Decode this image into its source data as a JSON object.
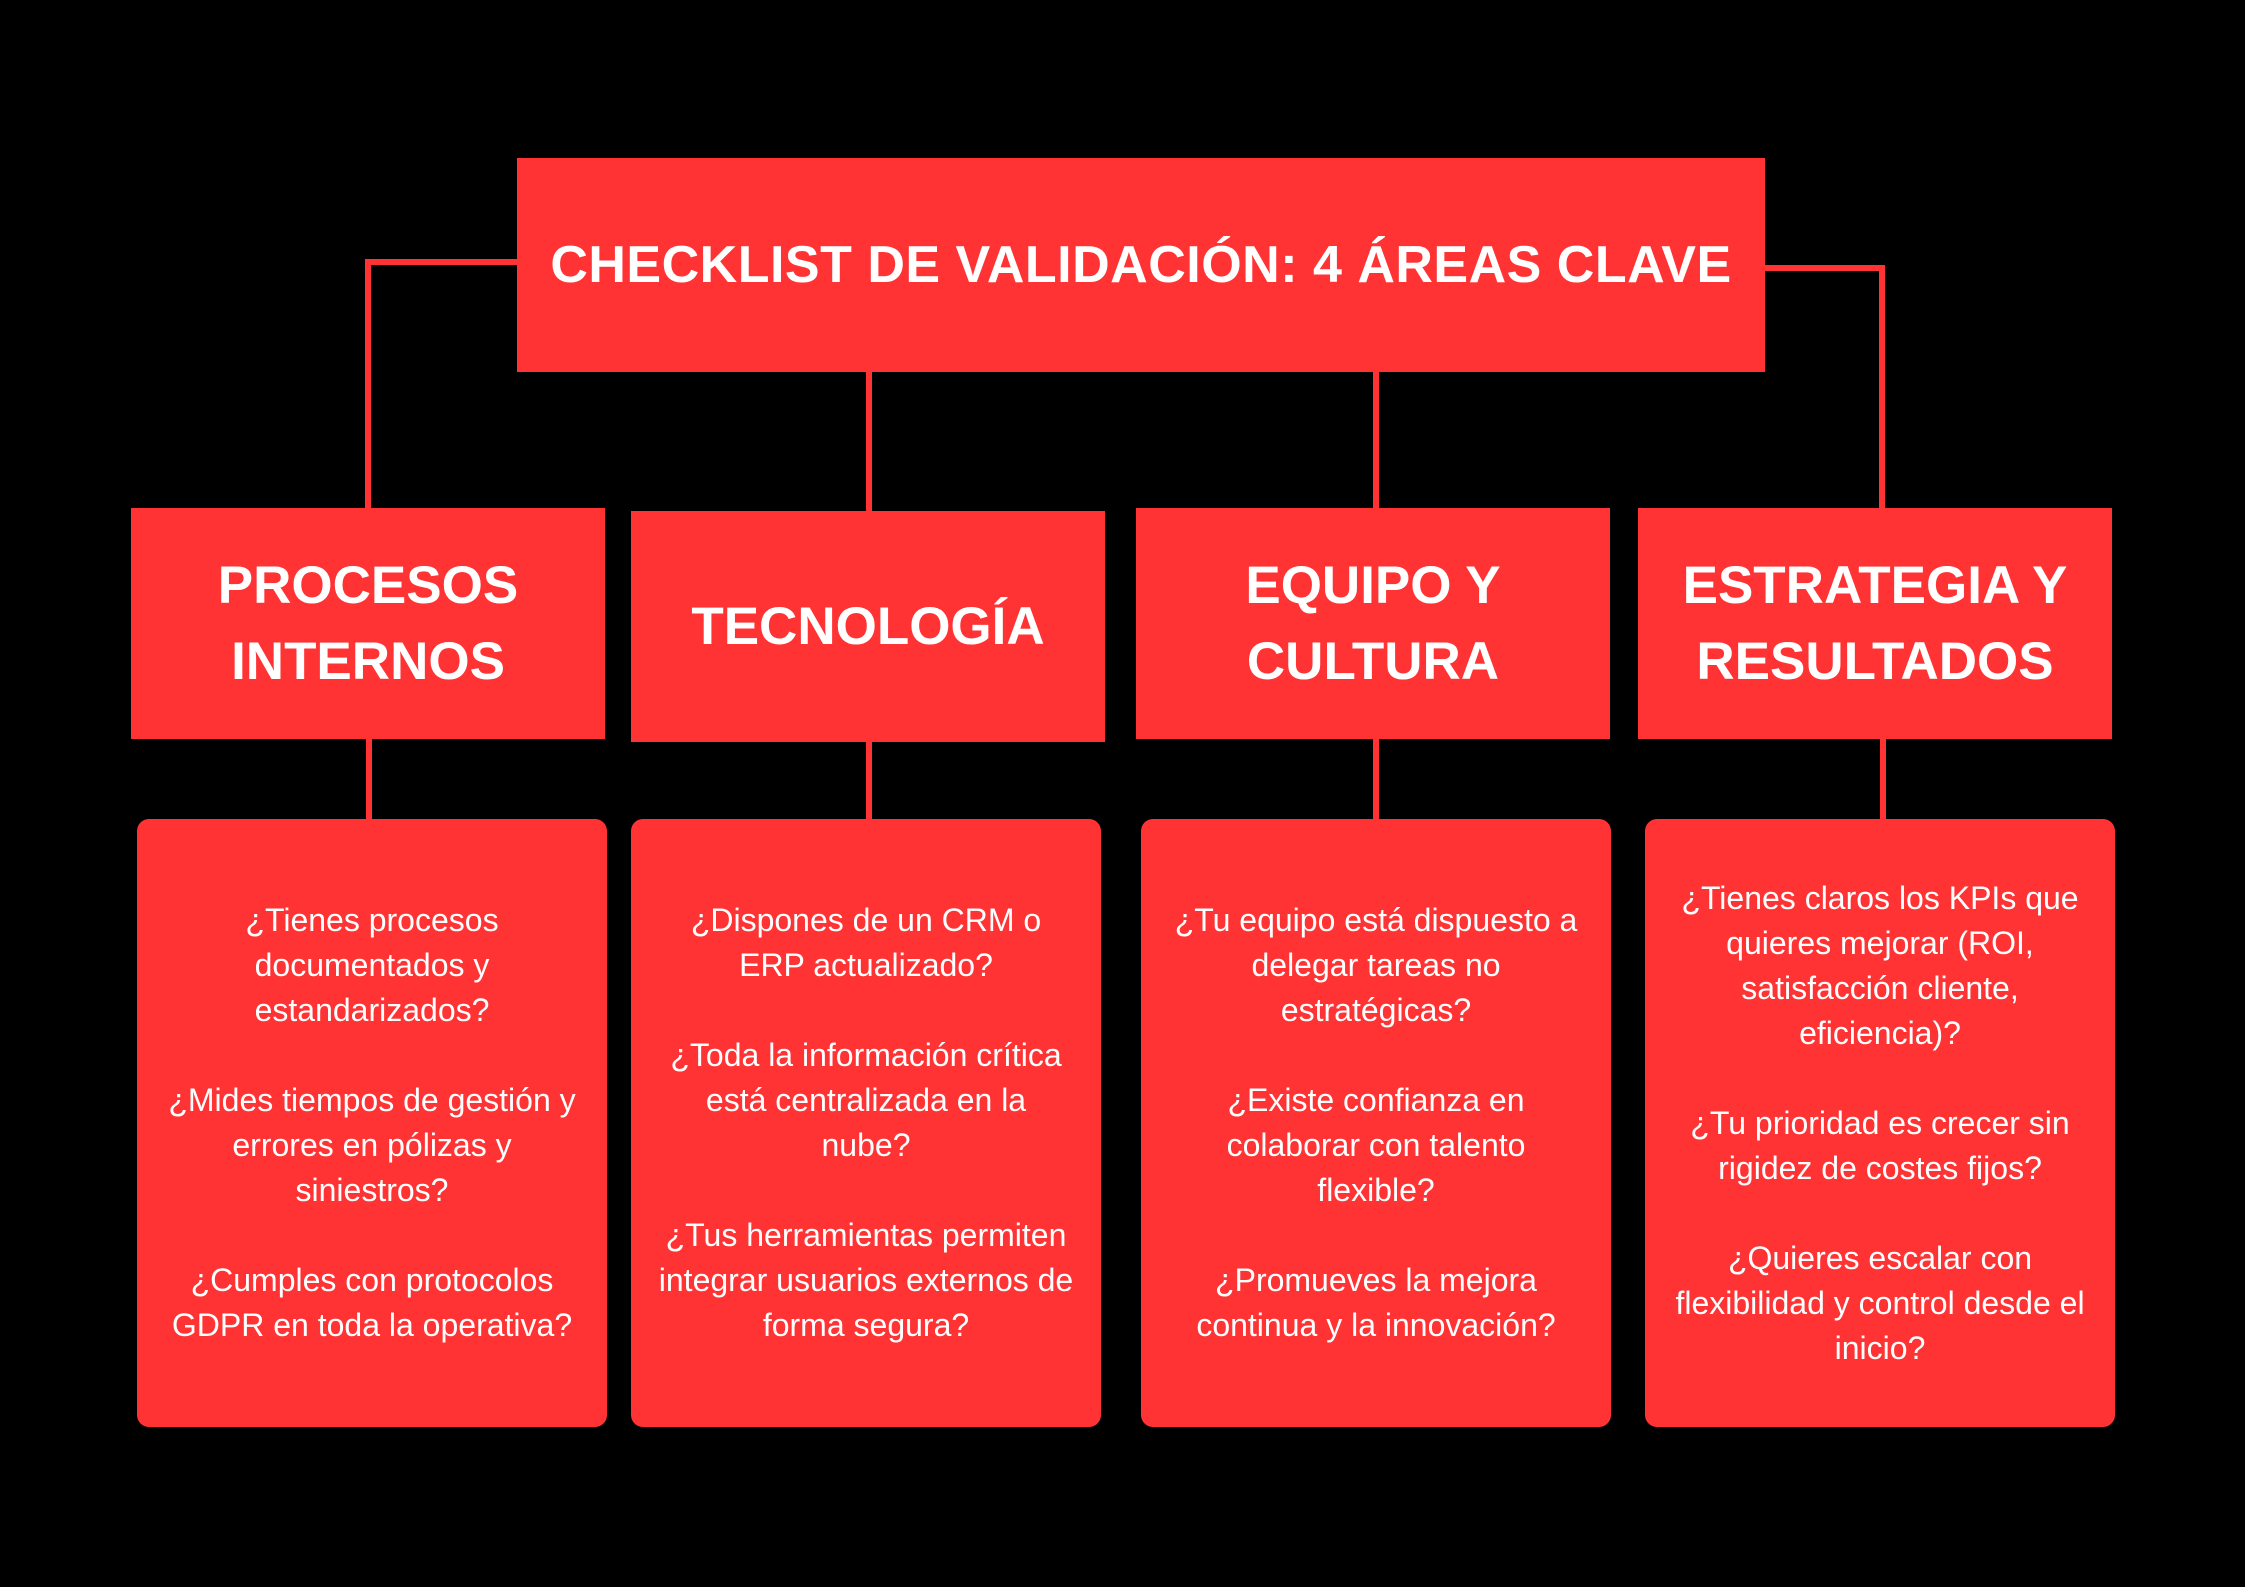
{
  "title": "CHECKLIST DE VALIDACIÓN: 4 ÁREAS CLAVE",
  "colors": {
    "background": "#000000",
    "accent": "#ff3333",
    "text": "#ffffff"
  },
  "areas": [
    {
      "name": "PROCESOS INTERNOS",
      "questions": [
        "¿Tienes procesos documentados y estandarizados?",
        "¿Mides tiempos de gestión y errores en pólizas y siniestros?",
        "¿Cumples con protocolos GDPR en toda la operativa?"
      ]
    },
    {
      "name": "TECNOLOGÍA",
      "questions": [
        "¿Dispones de un CRM o ERP actualizado?",
        "¿Toda la información crítica está centralizada en la nube?",
        "¿Tus herramientas permiten integrar usuarios externos de forma segura?"
      ]
    },
    {
      "name": "EQUIPO Y CULTURA",
      "questions": [
        "¿Tu equipo está dispuesto a delegar tareas no estratégicas?",
        "¿Existe confianza en colaborar con talento flexible?",
        "¿Promueves la mejora continua y la innovación?"
      ]
    },
    {
      "name": "ESTRATEGIA Y RESULTADOS",
      "questions": [
        "¿Tienes claros los KPIs que quieres mejorar (ROI, satisfacción cliente, eficiencia)?",
        "¿Tu prioridad es crecer sin rigidez de costes fijos?",
        "¿Quieres escalar con flexibilidad y control desde el inicio?"
      ]
    }
  ]
}
